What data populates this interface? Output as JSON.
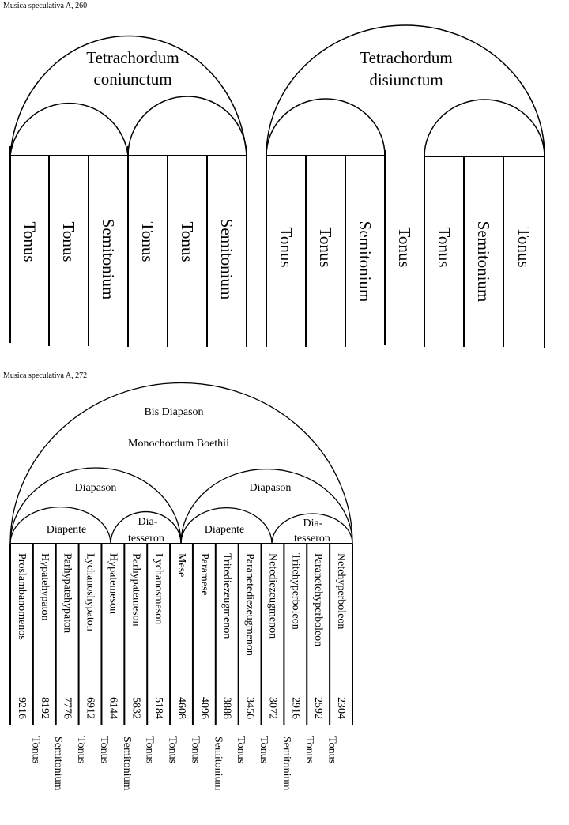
{
  "figure1": {
    "caption": "Musica speculativa A, 260",
    "left": {
      "title_line1": "Tetrachordum",
      "title_line2": "coniunctum",
      "intervals": [
        "Tonus",
        "Tonus",
        "Semitonium",
        "Tonus",
        "Tonus",
        "Semitonium"
      ]
    },
    "right": {
      "title_line1": "Tetrachordum",
      "title_line2": "disiunctum",
      "intervals": [
        "Tonus",
        "Tonus",
        "Semitonium",
        "Tonus",
        "Tonus",
        "Semitonium",
        "Tonus"
      ]
    }
  },
  "figure2": {
    "caption": "Musica speculativa A, 272",
    "title_line1": "Bis Diapason",
    "title_line2": "Monochordum Boethii",
    "diapason_labels": [
      "Diapason",
      "Diapason"
    ],
    "sub_arcs": [
      {
        "label": "Diapente"
      },
      {
        "label_line1": "Dia-",
        "label_line2": "tesseron"
      },
      {
        "label": "Diapente"
      },
      {
        "label_line1": "Dia-",
        "label_line2": "tesseron"
      }
    ],
    "strings": [
      {
        "name": "Proslambanomenos",
        "value": "9216"
      },
      {
        "name": "Hypatehypaton",
        "value": "8192"
      },
      {
        "name": "Parhypatehypaton",
        "value": "7776"
      },
      {
        "name": "Lychanoshypaton",
        "value": "6912"
      },
      {
        "name": "Hypatemeson",
        "value": "6144"
      },
      {
        "name": "Parhypatemeson",
        "value": "5832"
      },
      {
        "name": "Lychanosmeson",
        "value": "5184"
      },
      {
        "name": "Mese",
        "value": "4608"
      },
      {
        "name": "Paramese",
        "value": "4096"
      },
      {
        "name": "Tritediezeugmenon",
        "value": "3888"
      },
      {
        "name": "Paranetediezeugmenon",
        "value": "3456"
      },
      {
        "name": "Netediezeugmenon",
        "value": "3072"
      },
      {
        "name": "Tritehyperboleon",
        "value": "2916"
      },
      {
        "name": "Paranetehyperboleon",
        "value": "2592"
      },
      {
        "name": "Netehyperboleon",
        "value": "2304"
      }
    ],
    "intervals": [
      "Tonus",
      "Semitonium",
      "Tonus",
      "Tonus",
      "Semitonium",
      "Tonus",
      "Tonus",
      "Tonus",
      "Semitonium",
      "Tonus",
      "Tonus",
      "Semitonium",
      "Tonus",
      "Tonus"
    ]
  }
}
